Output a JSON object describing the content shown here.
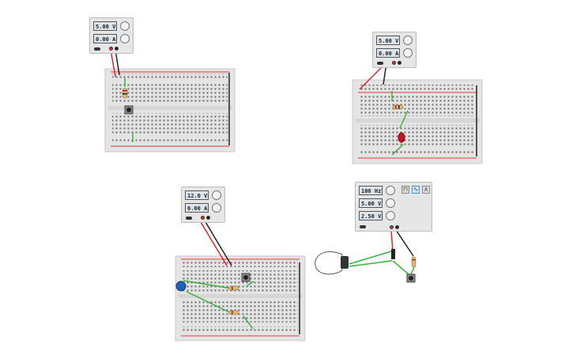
{
  "circuits": [
    {
      "id": "top-left",
      "psu": {
        "voltage": "5.00 V",
        "current": "0.00 A"
      }
    },
    {
      "id": "top-right",
      "psu": {
        "voltage": "5.00 V",
        "current": "0.00 A"
      }
    },
    {
      "id": "bottom-center",
      "psu": {
        "voltage": "12.0 V",
        "current": "0.00 A"
      }
    }
  ],
  "function_generator": {
    "frequency": "106 Hz",
    "amplitude": "5.00 V",
    "offset": "2.50 V",
    "wave_icons": [
      "square-wave-icon",
      "sine-wave-icon",
      "triangle-wave-icon"
    ]
  },
  "colors": {
    "wire_red": "#d9272e",
    "wire_black": "#222222",
    "wire_green": "#3cb043",
    "breadboard": "#e4e4e4",
    "rail_red": "#e03a3a",
    "rail_blue": "#3a6fe0"
  }
}
